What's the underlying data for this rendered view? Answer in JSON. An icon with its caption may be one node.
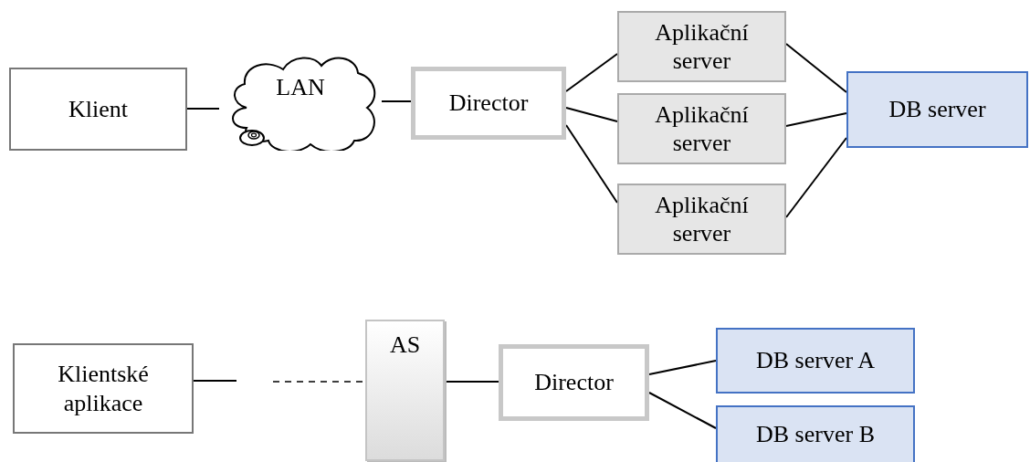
{
  "diagram": {
    "nodes": [
      {
        "text": [
          "Klient"
        ]
      },
      {
        "text": [
          "LAN"
        ]
      },
      {
        "text": [
          "Director"
        ]
      },
      {
        "text": [
          "Aplikační server"
        ]
      },
      {
        "text": [
          "Aplikační server"
        ]
      },
      {
        "text": [
          "Aplikační server"
        ]
      },
      {
        "text": [
          "DB server"
        ]
      },
      {
        "text": [
          "Klientské aplikace"
        ]
      },
      {
        "text": [
          "AS"
        ]
      },
      {
        "text": [
          "Director"
        ]
      },
      {
        "text": [
          "DB server A"
        ]
      },
      {
        "text": [
          "DB server B"
        ]
      }
    ],
    "edges": [
      {
        "from": 0,
        "to": 1,
        "arrow": "none"
      },
      {
        "from": 1,
        "to": 2,
        "arrow": "none"
      },
      {
        "from": 2,
        "to": 3,
        "arrow": "none"
      },
      {
        "from": 2,
        "to": 4,
        "arrow": "none"
      },
      {
        "from": 2,
        "to": 5,
        "arrow": "none"
      },
      {
        "from": 3,
        "to": 6,
        "arrow": "none"
      },
      {
        "from": 4,
        "to": 6,
        "arrow": "none"
      },
      {
        "from": 5,
        "to": 6,
        "arrow": "none"
      },
      {
        "from": 7,
        "to": null,
        "arrow": "none"
      },
      {
        "from": null,
        "to": 8,
        "arrow": "none",
        "style": "dashed"
      },
      {
        "from": 8,
        "to": 9,
        "arrow": "none"
      },
      {
        "from": 9,
        "to": 10,
        "arrow": "none"
      },
      {
        "from": 9,
        "to": 11,
        "arrow": "none"
      }
    ]
  }
}
